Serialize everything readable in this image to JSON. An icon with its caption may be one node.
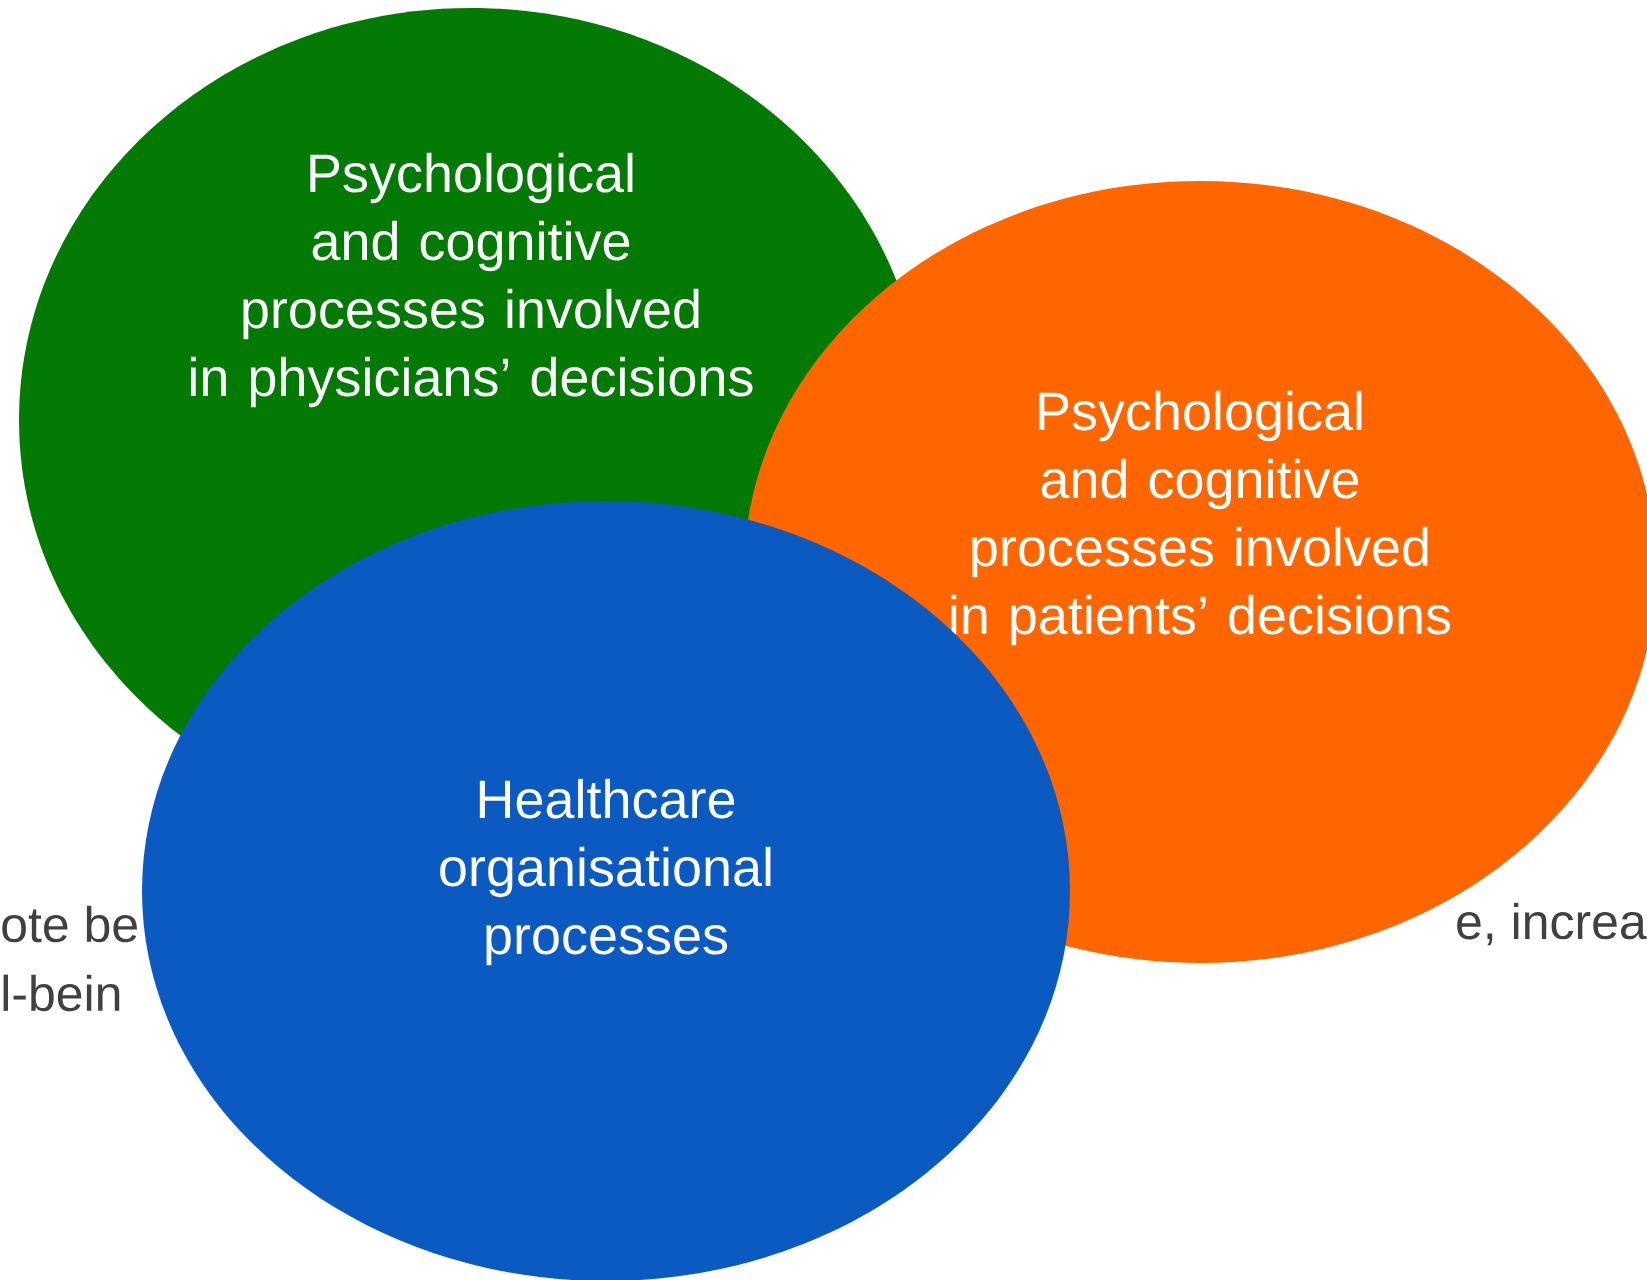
{
  "diagram": {
    "nodes": [
      {
        "text": [
          "Psychological and cognitive processes involved in physicians’ decisions"
        ]
      },
      {
        "text": [
          "Psychological and cognitive processes involved in patients’ decisions"
        ]
      },
      {
        "text": [
          "Healthcare organisational processes"
        ]
      }
    ],
    "labels": [
      "ote be",
      "l-bein",
      "e, increa"
    ]
  }
}
